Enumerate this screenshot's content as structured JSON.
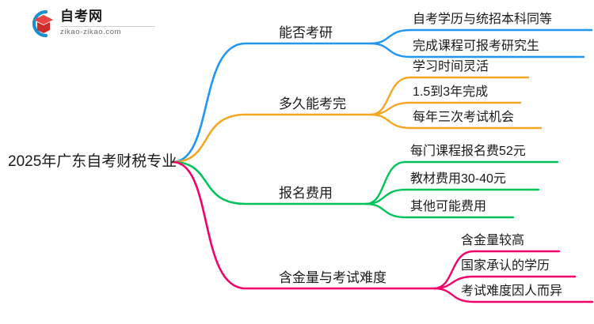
{
  "logo": {
    "title": "自考网",
    "url": "zikao-zikao.com",
    "mark_icon": "graduation-cap-icon",
    "arc_color": "#1a8fd1",
    "cap_color": "#e03a3a"
  },
  "mindmap": {
    "root": {
      "label": "2025年广东自考财税专业"
    },
    "branches": [
      {
        "label": "能否考研",
        "color": "#2196F3",
        "children": [
          {
            "label": "自考学历与统招本科同等"
          },
          {
            "label": "完成课程可报考研究生"
          }
        ]
      },
      {
        "label": "多久能考完",
        "color": "#F5A623",
        "children": [
          {
            "label": "学习时间灵活"
          },
          {
            "label": "1.5到3年完成"
          },
          {
            "label": "每年三次考试机会"
          }
        ]
      },
      {
        "label": "报名费用",
        "color": "#00C45A",
        "children": [
          {
            "label": "每门课程报名费52元"
          },
          {
            "label": "教材费用30-40元"
          },
          {
            "label": "其他可能费用"
          }
        ]
      },
      {
        "label": "含金量与考试难度",
        "color": "#F5006B",
        "children": [
          {
            "label": "含金量较高"
          },
          {
            "label": "国家承认的学历"
          },
          {
            "label": "考试难度因人而异"
          }
        ]
      }
    ]
  }
}
